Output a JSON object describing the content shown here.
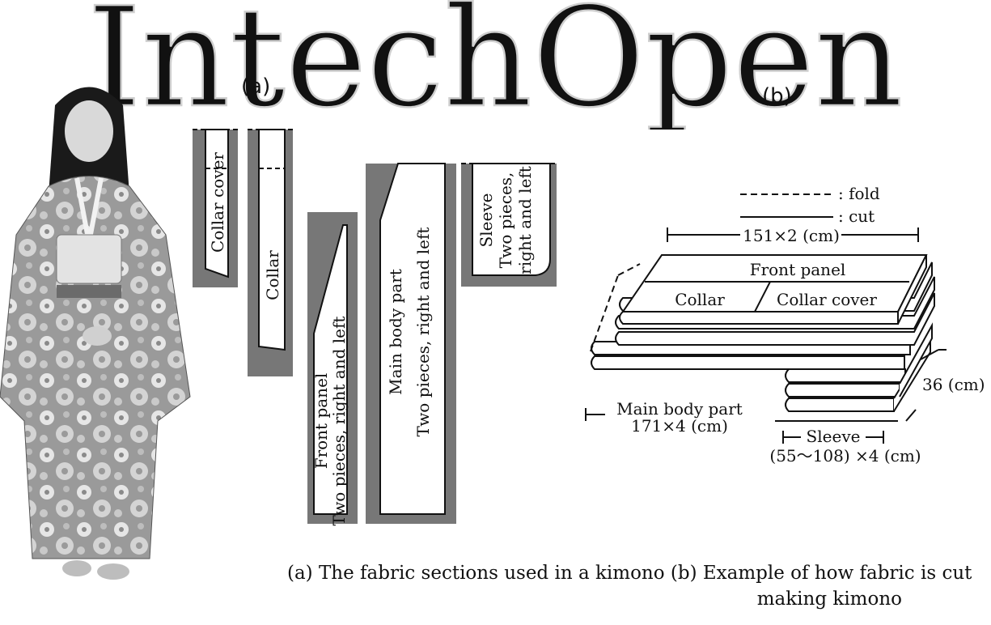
{
  "watermark": {
    "text": "IntechOpen"
  },
  "panel_a": {
    "label": "(a)"
  },
  "panel_b": {
    "label": "(b)"
  },
  "photo": {
    "subject": "Woman wearing kimono",
    "icon": "person-photo"
  },
  "pieces": {
    "collar_cover": "Collar cover",
    "collar": "Collar",
    "front_panel": [
      "Front panel",
      "Two pieces, right and left"
    ],
    "main_body": [
      "Main body part",
      "Two pieces, right and left"
    ],
    "sleeve": [
      "Sleeve",
      "Two pieces,",
      "right and left"
    ]
  },
  "cut_diagram": {
    "legend_fold": ": fold",
    "legend_cut": ": cut",
    "dim_top": "151×2 (cm)",
    "front_panel": "Front panel",
    "collar": "Collar",
    "collar_cover": "Collar cover",
    "dim_36": "36 (cm)",
    "main_body_label": "Main body part",
    "main_body_dim": "171×4 (cm)",
    "sleeve_label": "Sleeve",
    "sleeve_dim": "(55〜108) ×4 (cm)"
  },
  "caption": {
    "line1": "(a) The fabric sections used in a kimono (b) Example of how fabric is cut",
    "line2": "making kimono"
  },
  "colors": {
    "shade": "#777777",
    "ink": "#111111",
    "watermark": "#cfcfcf"
  }
}
